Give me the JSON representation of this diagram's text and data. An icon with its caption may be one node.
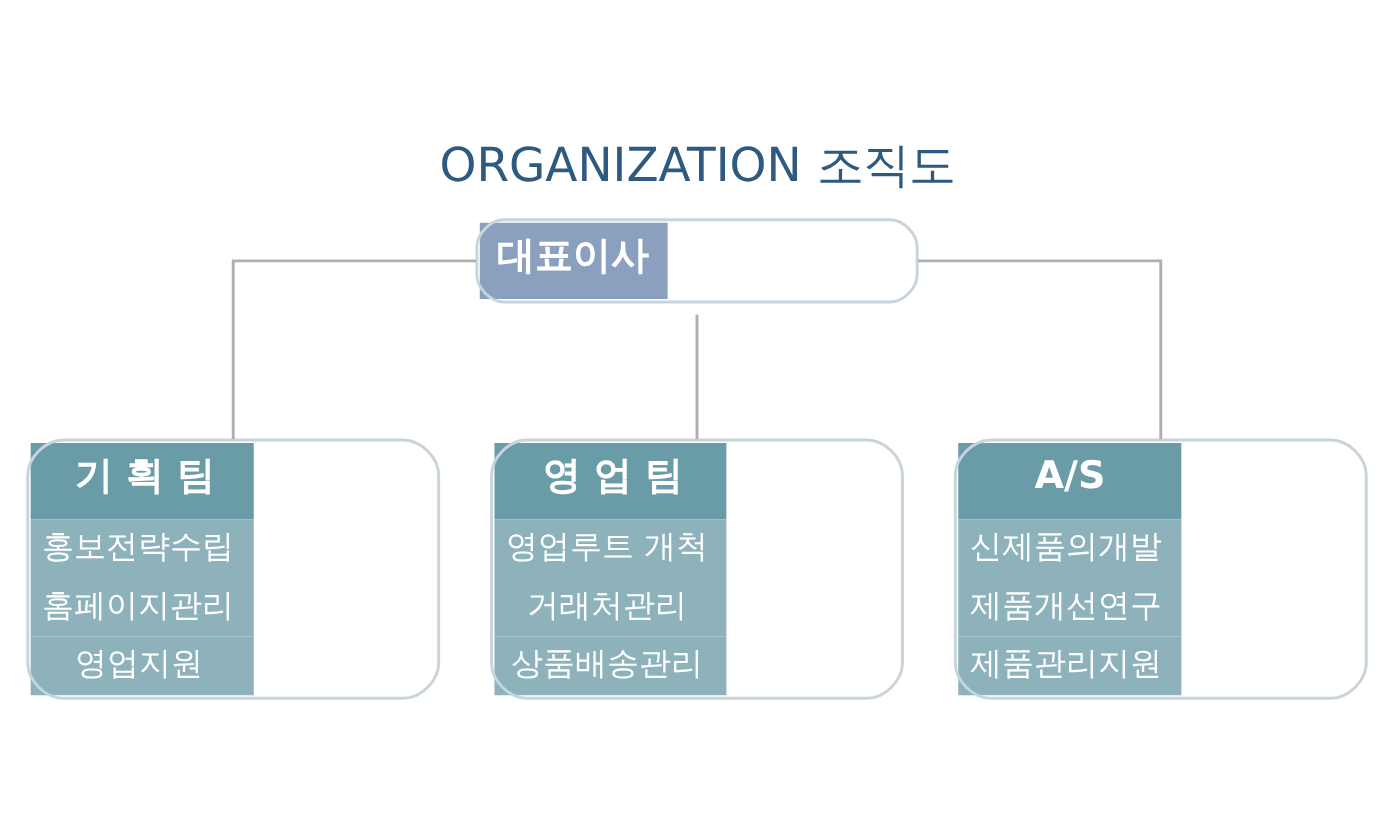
{
  "diagram": {
    "title": "ORGANIZATION 조직도",
    "nodes": [
      {
        "text": [
          "대표이사"
        ]
      },
      {
        "text": [
          "기 획 팀",
          "홍보전략수립",
          "홈페이지관리",
          "영업지원"
        ]
      },
      {
        "text": [
          "영 업 팀",
          "영업루트 개척",
          "거래처관리",
          "상품배송관리"
        ]
      },
      {
        "text": [
          "A/S",
          "신제품의개발",
          "제품개선연구",
          "제품관리지원"
        ]
      }
    ],
    "edges": [
      {
        "from": 0,
        "to": 1,
        "arrow": "none"
      },
      {
        "from": 0,
        "to": 2,
        "arrow": "none"
      },
      {
        "from": 0,
        "to": 3,
        "arrow": "none"
      }
    ]
  }
}
